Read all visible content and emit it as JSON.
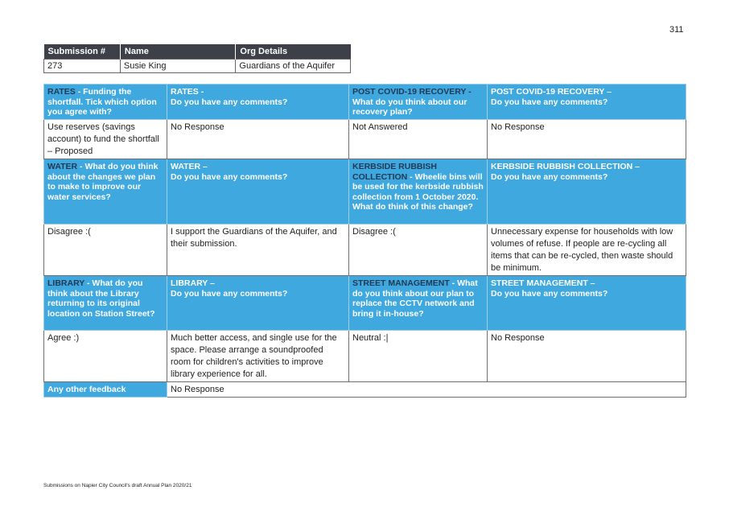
{
  "page_number": "311",
  "submission": {
    "headers": [
      "Submission #",
      "Name",
      "Org Details"
    ],
    "values": [
      "273",
      "Susie King",
      "Guardians of the Aquifer"
    ]
  },
  "rows": [
    {
      "questions": [
        {
          "highlight": "RATES",
          "text": " - Funding the shortfall. Tick which option you agree with?"
        },
        {
          "highlight": "RATES -",
          "text": "Do you have any comments?"
        },
        {
          "highlight": "POST COVID-19 RECOVERY -",
          "text": "What do you think about our recovery plan?"
        },
        {
          "highlight": "POST COVID-19 RECOVERY –",
          "text": "Do you have any comments?"
        }
      ],
      "answers": [
        "Use reserves (savings account) to fund the shortfall – Proposed",
        "No Response",
        "Not Answered",
        "No Response"
      ]
    },
    {
      "questions": [
        {
          "highlight": "WATER",
          "text": " - What do you think about the changes we plan to make to improve our water services?"
        },
        {
          "highlight": "WATER –",
          "text": "Do you have any comments?"
        },
        {
          "highlight": "KERBSIDE RUBBISH COLLECTION",
          "text": " - Wheelie bins will be used for the kerbside rubbish collection from 1 October 2020. What do think of this change?"
        },
        {
          "highlight": "KERBSIDE RUBBISH COLLECTION –",
          "text": "Do you have any comments?"
        }
      ],
      "answers": [
        "Disagree :(",
        "I support the Guardians of the Aquifer, and their submission.",
        "Disagree :(",
        "Unnecessary expense for households with low volumes of refuse. If people are re-cycling all items that can be re-cycled, then waste should be minimum."
      ]
    },
    {
      "questions": [
        {
          "highlight": "LIBRARY",
          "text": " - What do you think about the Library returning to its original location on Station Street?"
        },
        {
          "highlight": "LIBRARY –",
          "text": "Do you have any comments?"
        },
        {
          "highlight": "STREET MANAGEMENT",
          "text": " - What do you think about our plan to replace the CCTV network and bring it in-house?"
        },
        {
          "highlight": "STREET MANAGEMENT –",
          "text": "Do you have any comments?"
        }
      ],
      "answers": [
        "Agree :)",
        "Much better access, and single use for the space. Please arrange a soundproofed room for children's activities to improve library experience for all.",
        "Neutral :|",
        "No Response"
      ]
    }
  ],
  "other_feedback": {
    "label": "Any other feedback",
    "value": "No Response"
  },
  "footer": "Submissions on Napier City Council's draft Annual Plan 2020/21"
}
